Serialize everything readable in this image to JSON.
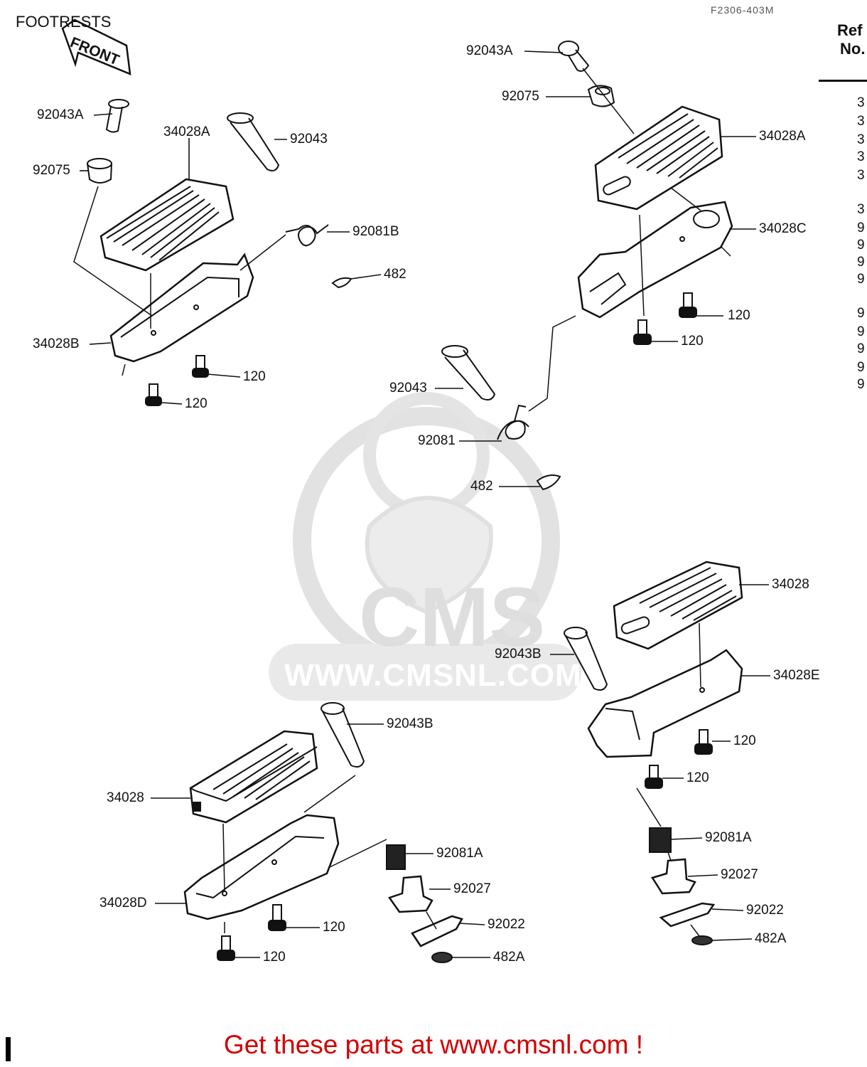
{
  "page": {
    "title": "FOOTRESTS",
    "drawing_code": "F2306-403M",
    "ref_header_line1": "Ref",
    "ref_header_line2": "No.",
    "ref_column_digits": [
      "3",
      "3",
      "3",
      "3",
      "3",
      "3",
      "9",
      "9",
      "9",
      "9",
      "9",
      "9",
      "9",
      "9",
      "9"
    ],
    "front_marker": "FRONT",
    "footer_link": "Get these parts at www.cmsnl.com !"
  },
  "watermark": {
    "brand": "CMS",
    "url": "WWW.CMSNL.COM"
  },
  "callouts": {
    "tl_92043A": "92043A",
    "tl_92075": "92075",
    "tl_34028A": "34028A",
    "tl_92043": "92043",
    "tl_92081B": "92081B",
    "tl_482": "482",
    "tl_34028B": "34028B",
    "tl_120a": "120",
    "tl_120b": "120",
    "tr_92043A": "92043A",
    "tr_92075": "92075",
    "tr_34028A": "34028A",
    "tr_34028C": "34028C",
    "tr_120a": "120",
    "tr_120b": "120",
    "mid_92043": "92043",
    "mid_92081": "92081",
    "mid_482": "482",
    "br_34028": "34028",
    "br_92043B": "92043B",
    "br_34028E": "34028E",
    "br_120a": "120",
    "br_120b": "120",
    "br_92081A": "92081A",
    "br_92027": "92027",
    "br_92022": "92022",
    "br_482A": "482A",
    "bl_92043B": "92043B",
    "bl_34028": "34028",
    "bl_34028D": "34028D",
    "bl_92081A": "92081A",
    "bl_92027": "92027",
    "bl_92022": "92022",
    "bl_482A": "482A",
    "bl_120a": "120",
    "bl_120b": "120"
  }
}
